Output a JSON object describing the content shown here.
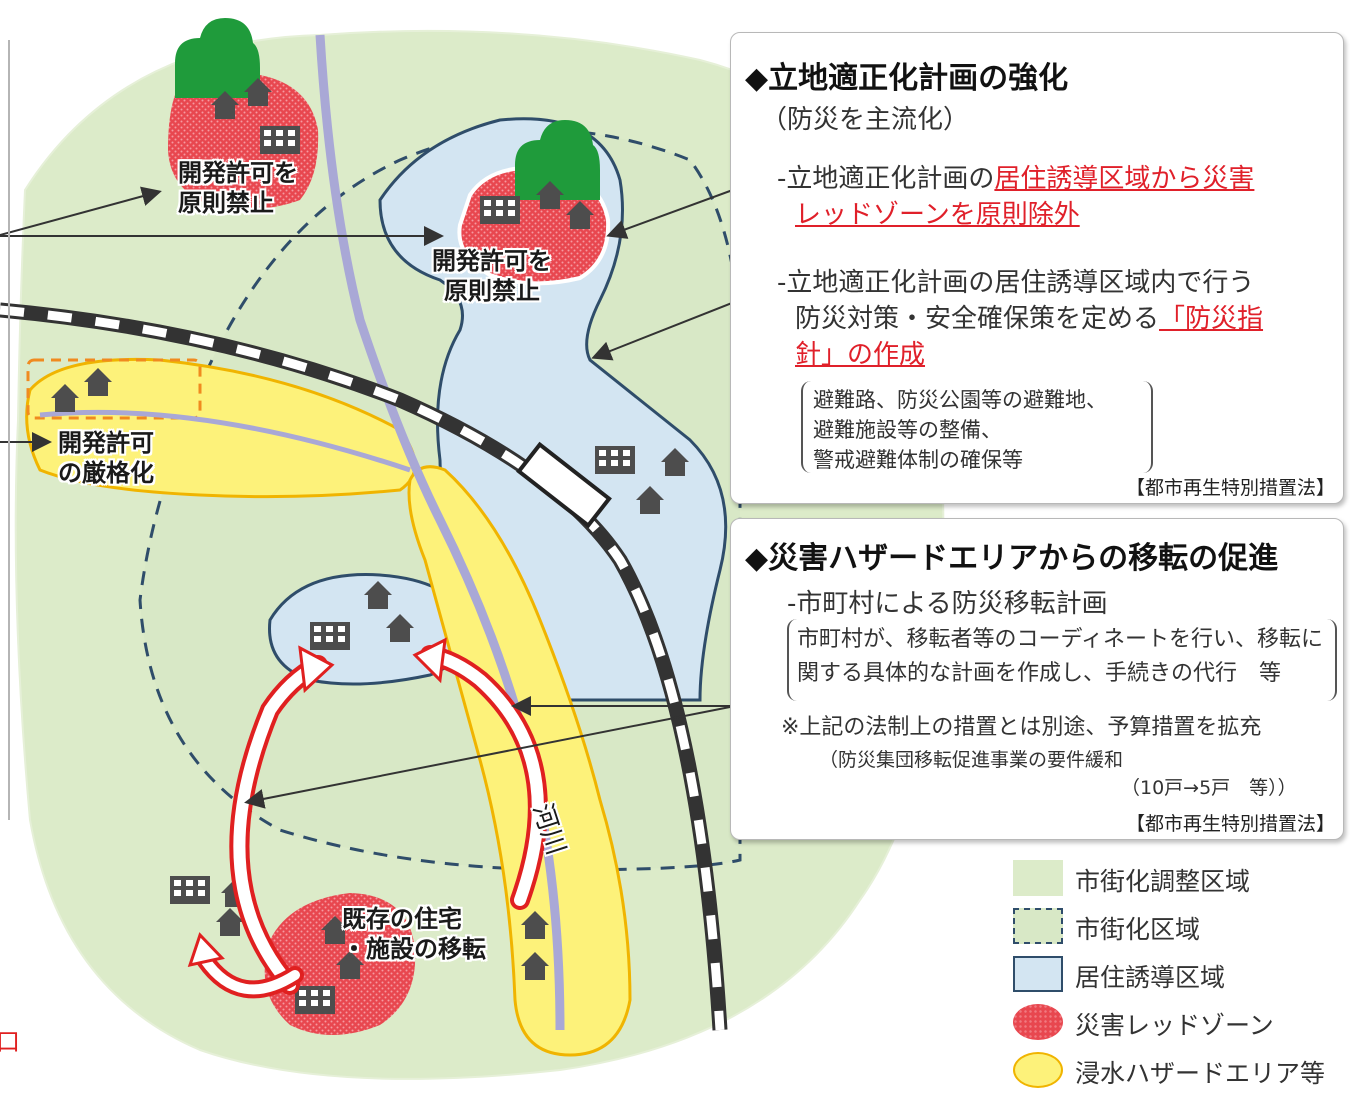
{
  "map": {
    "labels": {
      "top_left_ban": [
        "開発許可を",
        "原則禁止"
      ],
      "center_ban": [
        "開発許可を",
        "原則禁止"
      ],
      "strict": [
        "開発許可",
        "の厳格化"
      ],
      "relocation": [
        "既存の住宅",
        "・施設の移転"
      ],
      "river": "河川"
    },
    "edge_mark": "口"
  },
  "box1": {
    "title": "◆立地適正化計画の強化",
    "subtitle": "（防災を主流化）",
    "item1_prefix": "-立地適正化計画の",
    "item1_red_a": "居住誘導区域から災害",
    "item1_red_b": "レッドゾーンを原則除外",
    "item2_line1": "-立地適正化計画の居住誘導区域内で行う",
    "item2_line2_prefix": "防災対策・安全確保策を定める",
    "item2_line2_red": "「防災指",
    "item2_line3_red": "針」の作成",
    "examples": [
      "避難路、防災公園等の避難地、",
      "避難施設等の整備、",
      "警戒避難体制の確保等"
    ],
    "law": "【都市再生特別措置法】"
  },
  "box2": {
    "title": "◆災害ハザードエリアからの移転の促進",
    "item1": "-市町村による防災移転計画",
    "detail": [
      "市町村が、移転者等のコーディネートを行い、移転に",
      "関する具体的な計画を作成し、手続きの代行　等"
    ],
    "note1": "※上記の法制上の措置とは別途、予算措置を拡充",
    "note2": "（防災集団移転促進事業の要件緩和",
    "note3": "（10戸→5戸　等））",
    "law": "【都市再生特別措置法】"
  },
  "legend": [
    {
      "label": "市街化調整区域",
      "icon": "urbanization-control-area-swatch"
    },
    {
      "label": "市街化区域",
      "icon": "urbanization-area-swatch"
    },
    {
      "label": "居住誘導区域",
      "icon": "residential-inducement-area-swatch"
    },
    {
      "label": "災害レッドゾーン",
      "icon": "disaster-red-zone-swatch"
    },
    {
      "label": "浸水ハザードエリア等",
      "icon": "flood-hazard-area-swatch"
    }
  ],
  "colors": {
    "control_area": "#dcebc9",
    "residential_area": "#d3e5f2",
    "residential_border": "#2f4d6a",
    "red_zone": "#e8474f",
    "flood_zone": "#fdf27a",
    "flood_border": "#f0b400",
    "river": "#a9a8d6",
    "forest": "#1f9b3b",
    "building": "#4d4d4d"
  }
}
